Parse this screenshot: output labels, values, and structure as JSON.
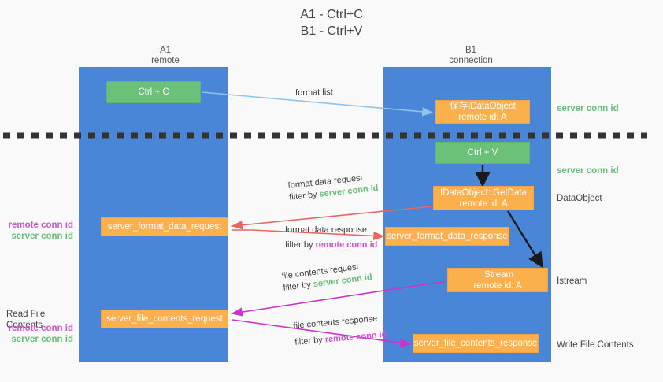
{
  "title": "A1 - Ctrl+C\nB1 - Ctrl+V",
  "colors": {
    "background": "#f9f9f9",
    "lane": "#4a86d8",
    "green_box": "#6cc178",
    "orange_box": "#fbb04c",
    "server_conn_id": "#67bd77",
    "remote_conn_id": "#cc55cc",
    "format_list_arrow": "#8fc4ea",
    "format_data_arrow": "#e8685e",
    "file_contents_arrow": "#cc33cc",
    "internal_arrow": "#000000",
    "separator": "#333333"
  },
  "columns": {
    "a": {
      "name": "A1",
      "role": "remote"
    },
    "b": {
      "name": "B1",
      "role": "connection"
    }
  },
  "boxes": {
    "ctrl_c": {
      "label": "Ctrl + C",
      "kind": "green"
    },
    "save_idataobject": {
      "line1": "保存IDataObject",
      "line2": "remote id: A",
      "kind": "orange"
    },
    "ctrl_v": {
      "label": "Ctrl + V",
      "kind": "green"
    },
    "getdata": {
      "line1": "IDataObject::GetData",
      "line2": "remote id: A",
      "kind": "orange"
    },
    "istream": {
      "line1": "IStream",
      "line2": "remote id: A",
      "kind": "orange"
    },
    "server_format_data_request": {
      "label": "server_format_data_request",
      "kind": "orange"
    },
    "server_format_data_response": {
      "label": "server_format_data_response",
      "kind": "orange"
    },
    "server_file_contents_request": {
      "label": "server_file_contents_request",
      "kind": "orange"
    },
    "server_file_contents_response": {
      "label": "server_file_contents_response",
      "kind": "orange"
    }
  },
  "edges": {
    "format_list": {
      "line1": "format list",
      "line2": ""
    },
    "format_data_request": {
      "line1": "format data request",
      "filter_prefix": "filter by ",
      "filter_value": "server conn id"
    },
    "format_data_response": {
      "line1": "format data response",
      "filter_prefix": "filter by ",
      "filter_value": "remote conn id"
    },
    "file_contents_request": {
      "line1": "file contents request",
      "filter_prefix": "filter by ",
      "filter_value": "server conn id"
    },
    "file_contents_response": {
      "line1": "file contents response",
      "filter_prefix": "filter by ",
      "filter_value": "remote conn id"
    }
  },
  "side_labels": {
    "right": {
      "server_conn_id_top": "server conn id",
      "server_conn_id_mid": "server conn id",
      "data_object": "DataObject",
      "istream": "Istream",
      "write_file_contents": "Write File Contents"
    },
    "left": {
      "remote_conn_id_1": "remote conn id",
      "server_conn_id_1": "server conn id",
      "read_file_contents": "Read File Contents",
      "remote_conn_id_2": "remote conn id",
      "server_conn_id_2": "server conn id"
    }
  }
}
